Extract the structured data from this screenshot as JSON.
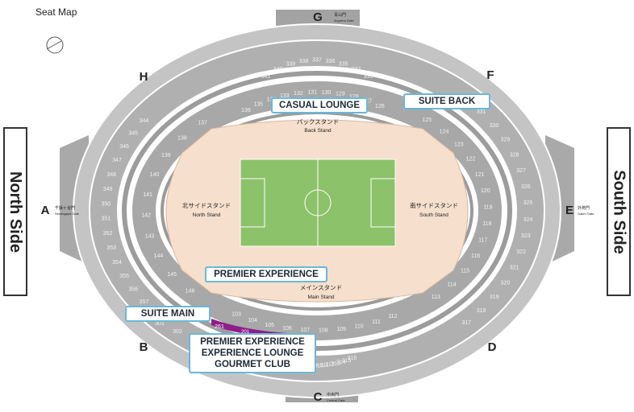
{
  "title": "Seat Map",
  "gates": {
    "G": {
      "letter": "G",
      "jp": "青山門",
      "en": "Aoyama Gate"
    },
    "A": {
      "letter": "A",
      "jp": "千駄ヶ谷門",
      "en": "Sendagaya Gate"
    },
    "E": {
      "letter": "E",
      "jp": "外苑門",
      "en": "Gaien Gate"
    },
    "C": {
      "letter": "C",
      "jp": "中央門",
      "en": "Central Gate"
    },
    "H": {
      "letter": "H"
    },
    "F": {
      "letter": "F"
    },
    "B": {
      "letter": "B"
    },
    "D": {
      "letter": "D"
    }
  },
  "sides": {
    "north": "North Side",
    "south": "South Side"
  },
  "stands": {
    "back": {
      "jp": "バックスタンド",
      "en": "Back Stand"
    },
    "north": {
      "jp": "北サイドスタンド",
      "en": "North Stand"
    },
    "south": {
      "jp": "南サイドスタンド",
      "en": "South Stand"
    },
    "main": {
      "jp": "メインスタンド",
      "en": "Main Stand"
    }
  },
  "labels": {
    "casual_lounge": "CASUAL LOUNGE",
    "suite_back": "SUITE BACK",
    "premier_experience": "PREMIER EXPERIENCE",
    "suite_main": "SUITE MAIN",
    "combo": [
      "PREMIER EXPERIENCE",
      "EXPERIENCE LOUNGE",
      "GOURMET CLUB"
    ]
  },
  "sections": {
    "upper_top": [
      "341",
      "340",
      "339",
      "338",
      "337",
      "336",
      "335",
      "334",
      "333"
    ],
    "upper_left": [
      "344",
      "345",
      "346",
      "347",
      "348",
      "349",
      "350",
      "351",
      "352",
      "353",
      "354",
      "355",
      "356",
      "357"
    ],
    "upper_right": [
      "332",
      "331",
      "330",
      "329",
      "328",
      "327",
      "326",
      "325",
      "324",
      "323",
      "322",
      "321",
      "320",
      "319",
      "318",
      "317"
    ],
    "upper_bottom": [
      "309",
      "310",
      "311",
      "312",
      "313",
      "314",
      "315",
      "316"
    ],
    "lower_top": [
      "136",
      "135",
      "134",
      "133",
      "132",
      "131",
      "130",
      "129",
      "128",
      "127",
      "126"
    ],
    "lower_left": [
      "137",
      "138",
      "139",
      "140",
      "141",
      "142",
      "143",
      "144",
      "145",
      "146"
    ],
    "lower_right": [
      "125",
      "124",
      "123",
      "122",
      "121",
      "120",
      "119",
      "118",
      "117",
      "116",
      "115",
      "114",
      "113"
    ],
    "lower_bottom": [
      "103",
      "104",
      "105",
      "106",
      "107",
      "108",
      "109",
      "110",
      "111",
      "112"
    ],
    "middle_lower": [
      "301",
      "302",
      "261",
      "201"
    ]
  }
}
